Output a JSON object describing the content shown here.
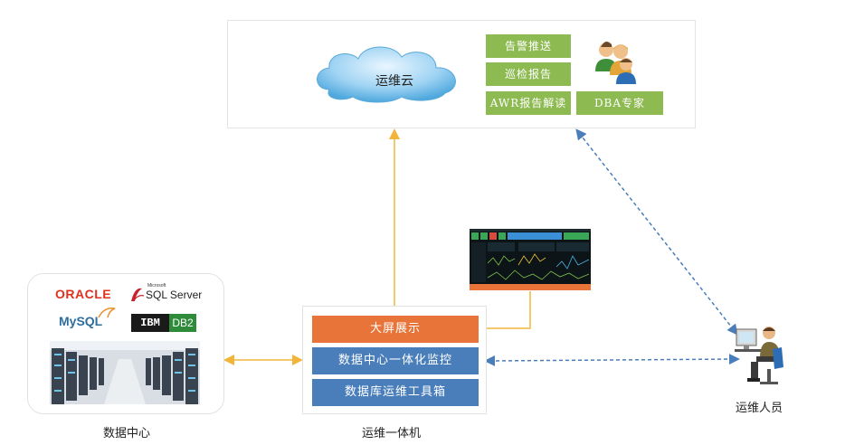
{
  "cloud": {
    "label": "运维云",
    "services": [
      "告警推送",
      "巡检报告",
      "AWR报告解读"
    ],
    "expert": "DBA专家"
  },
  "datacenter": {
    "caption": "数据中心",
    "logos": {
      "oracle": "ORACLE",
      "sqlserver_small": "Microsoft",
      "sqlserver": "SQL Server",
      "mysql": "MySQL",
      "ibm": "IBM",
      "db2": "DB2"
    }
  },
  "appliance": {
    "caption": "运维一体机",
    "modules": [
      "大屏展示",
      "数据中心一体化监控",
      "数据库运维工具箱"
    ]
  },
  "operator": {
    "caption": "运维人员"
  },
  "colors": {
    "green": "#8dba51",
    "orange": "#e8743a",
    "blue": "#4a7ebb",
    "arrow_orange": "#f2b53a",
    "arrow_blue": "#4a7ebb"
  }
}
